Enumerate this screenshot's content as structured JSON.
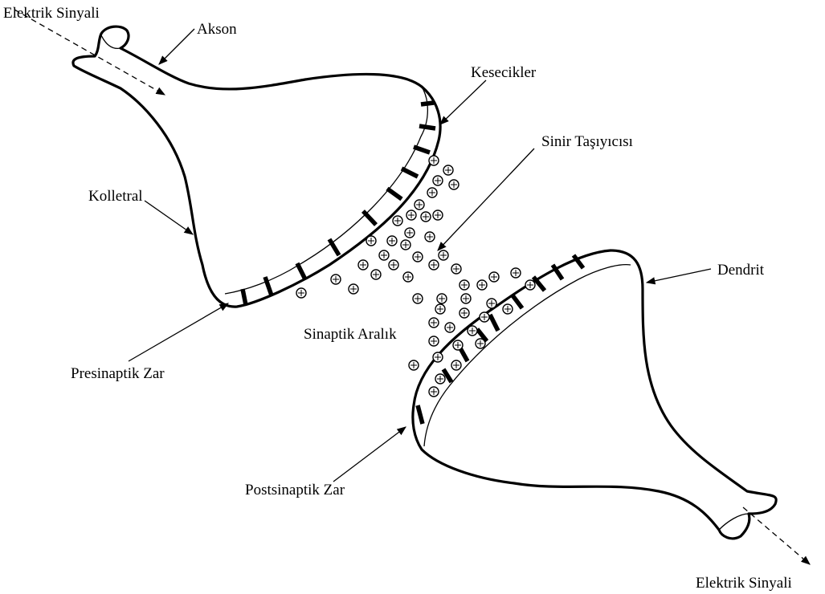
{
  "labels": {
    "signal_in": "Elektrik Sinyali",
    "axon": "Akson",
    "vesicles": "Kesecikler",
    "neurotransmitter": "Sinir Taşıyıcısı",
    "collateral": "Kolletral",
    "dendrite": "Dendrit",
    "synaptic_gap": "Sinaptik Aralık",
    "presynaptic_membrane": "Presinaptik Zar",
    "postsynaptic_membrane": "Postsinaptik Zar",
    "signal_out": "Elektrik Sinyali"
  }
}
